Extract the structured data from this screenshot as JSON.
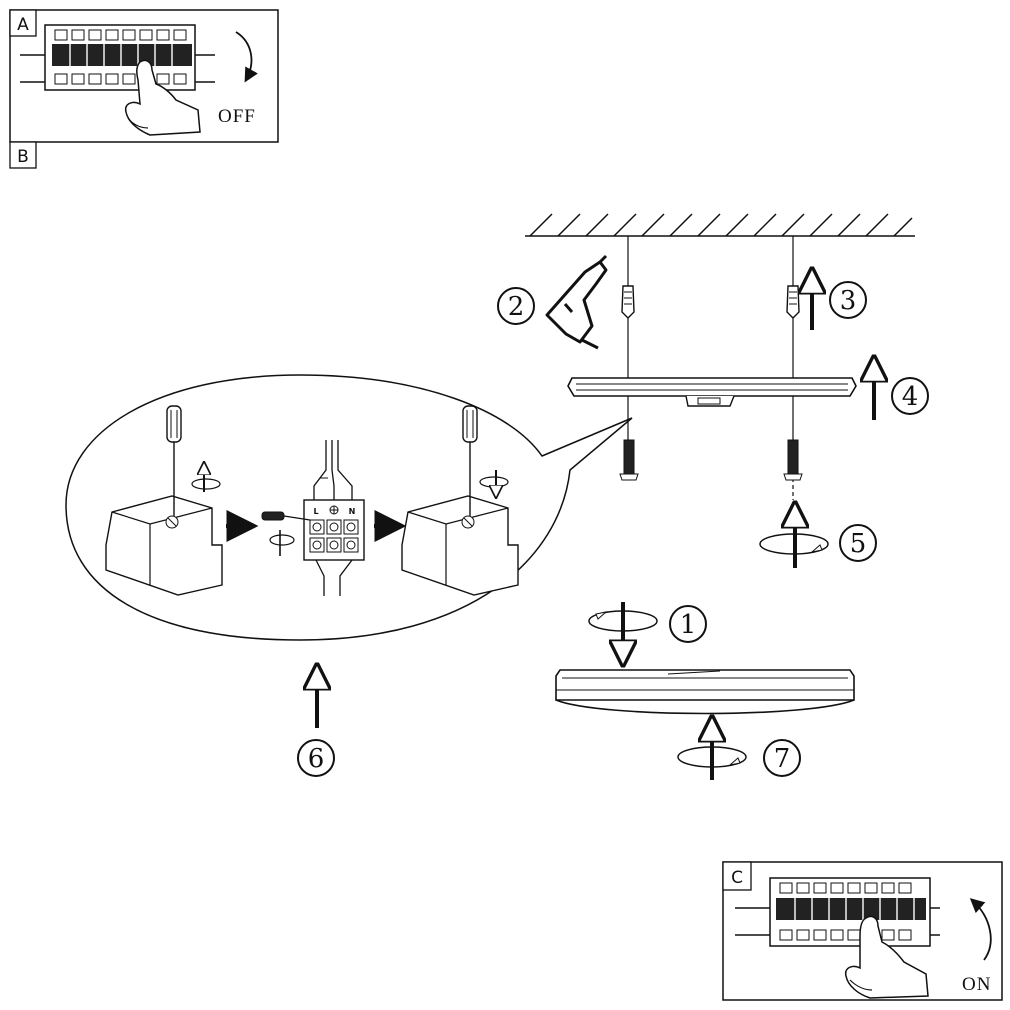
{
  "panels": {
    "a": {
      "letter": "A",
      "word": "OFF"
    },
    "b": {
      "letter": "B"
    },
    "c": {
      "letter": "C",
      "word": "ON"
    }
  },
  "steps": [
    "1",
    "2",
    "3",
    "4",
    "5",
    "6",
    "7"
  ],
  "terminal_labels": [
    "L",
    "N"
  ]
}
